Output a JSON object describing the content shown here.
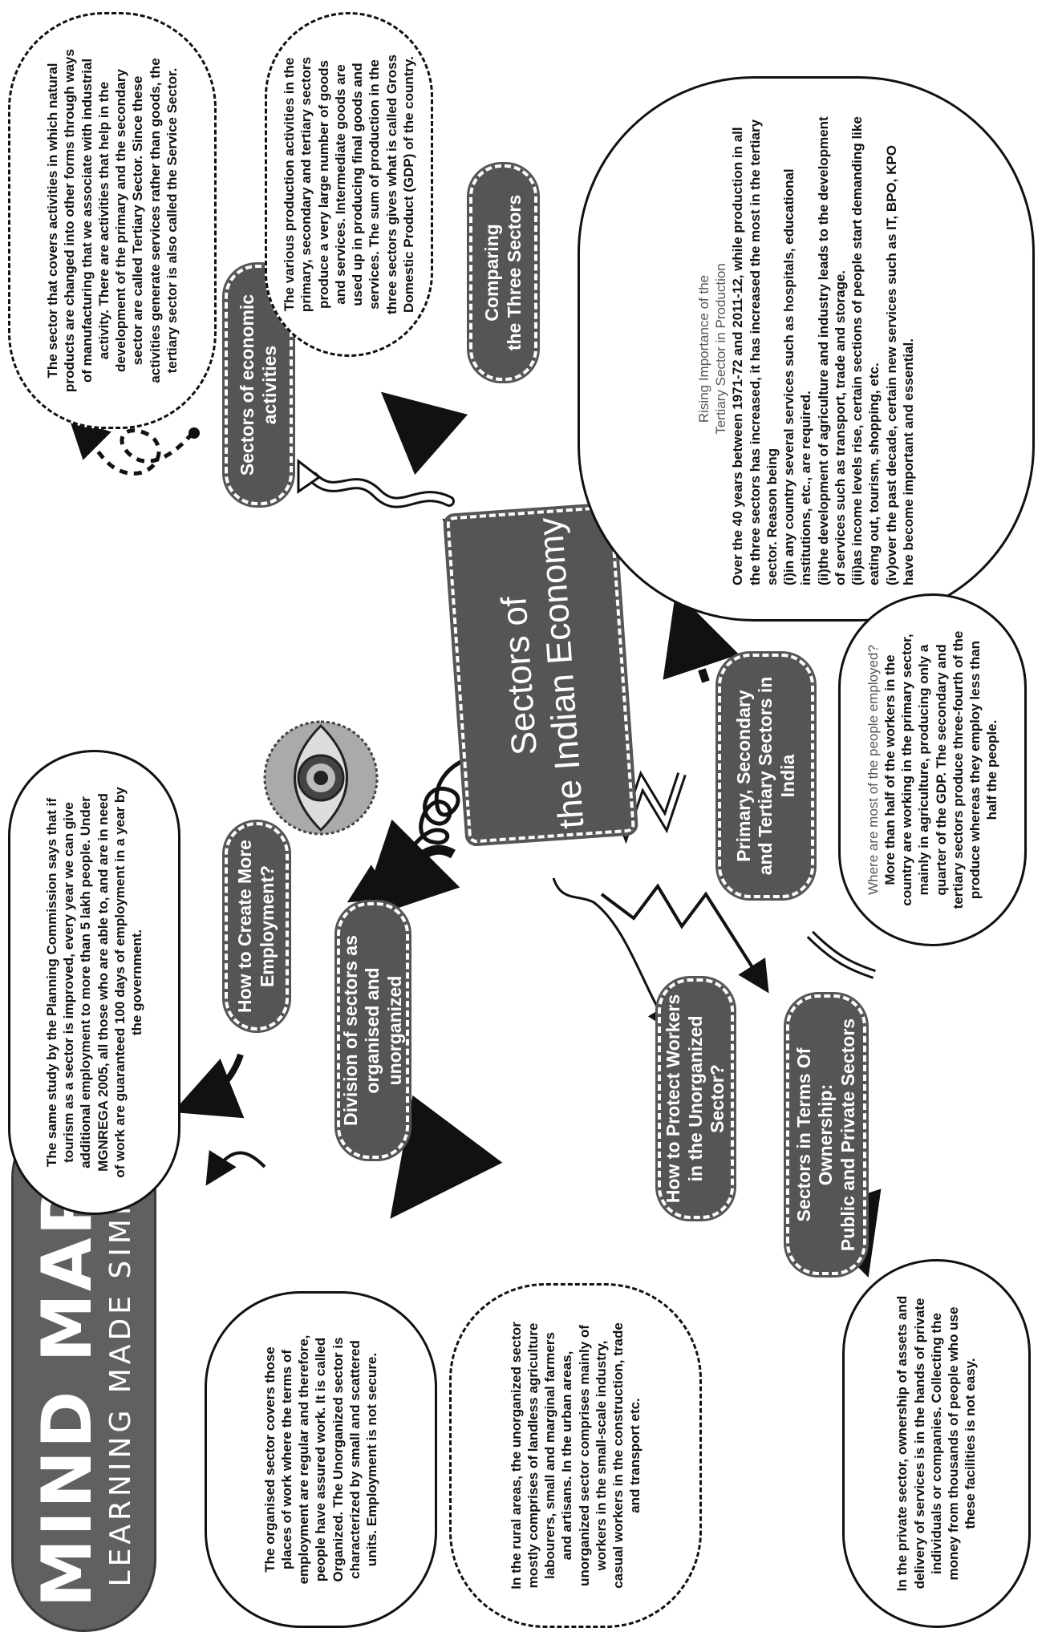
{
  "header": {
    "title": "MIND MAPS",
    "subtitle": "LEARNING MADE SIMPLE"
  },
  "center": {
    "label": "Sectors of\nthe Indian Economy"
  },
  "topics": {
    "sectors_of_activities": "Sectors of economic\nactivities",
    "comparing": "Comparing\nthe Three Sectors",
    "primary_secondary": "Primary, Secondary\nand Tertiary Sectors in India",
    "ownership": "Sectors in Terms Of Ownership:\nPublic and Private Sectors",
    "protect_workers": "How to Protect Workers\nin the Unorganized Sector?",
    "division": "Division of sectors as\norganised and unorganized",
    "create_employment": "How to Create More\nEmployment?"
  },
  "notes": {
    "tertiary_sector": "The sector that covers activities in which natural products are changed into other forms through ways of manufacturing that we associate with industrial activity. There are activities that help in the development of the primary and the secondary sector are called Tertiary Sector. Since these activities generate services rather than goods, the tertiary sector is also called the Service Sector.",
    "gdp": "The various production activities in the primary, secondary and tertiary sectors produce a very large number of goods and services. Intermediate goods are used up in producing final goods and services. The sum of production in the three sectors gives what is called Gross Domestic Product (GDP) of the country.",
    "rising_title": "Rising Importance of the\nTertiary Sector in Production",
    "rising_body": "Over the 40 years between 1971-72 and 2011-12, while production in all the three sectors has increased, it has increased the most in the tertiary sector. Reason being\n(i)in any country several services such as hospitals, educational institutions, etc., are required.\n(ii)the development of agriculture and industry leads to the development of services such as transport, trade and storage.\n(iii)as income levels rise, certain sections of people start demanding like eating out, tourism, shopping, etc.\n(iv)over the past decade, certain new services such as IT, BPO, KPO have become important and essential.",
    "employed_title": "Where are most of the people employed?",
    "employed_body": "More than half of the workers in the country are working in the primary sector, mainly in agriculture, producing only a quarter of the GDP. The secondary and tertiary sectors produce three-fourth of the produce whereas they employ less than half the people.",
    "private_sector": "In the private sector, ownership of assets and delivery of services is in the hands of private individuals or companies. Collecting the money from thousands of people who use these facilities is not easy.",
    "rural_areas": "In the rural areas, the unorganized sector mostly comprises of landless agriculture labourers, small and marginal farmers and artisans. In the urban areas, unorganized sector comprises mainly of workers in the small-scale industry, casual workers in the construction, trade and transport etc.",
    "organised_sector": "The organised sector covers those places of work where the terms of employment are regular and therefore, people have assured work. It is called Organized. The Unorganized sector is characterized by small and scattered units. Employment is not secure.",
    "planning_commission": "The same study by the Planning Commission says that if tourism as a sector is improved, every year we can give additional employment to more than 5 lakh people. Under MGNREGA 2005, all those who are able to, and are in need of work are guaranteed 100 days of employment in a year by the government."
  }
}
